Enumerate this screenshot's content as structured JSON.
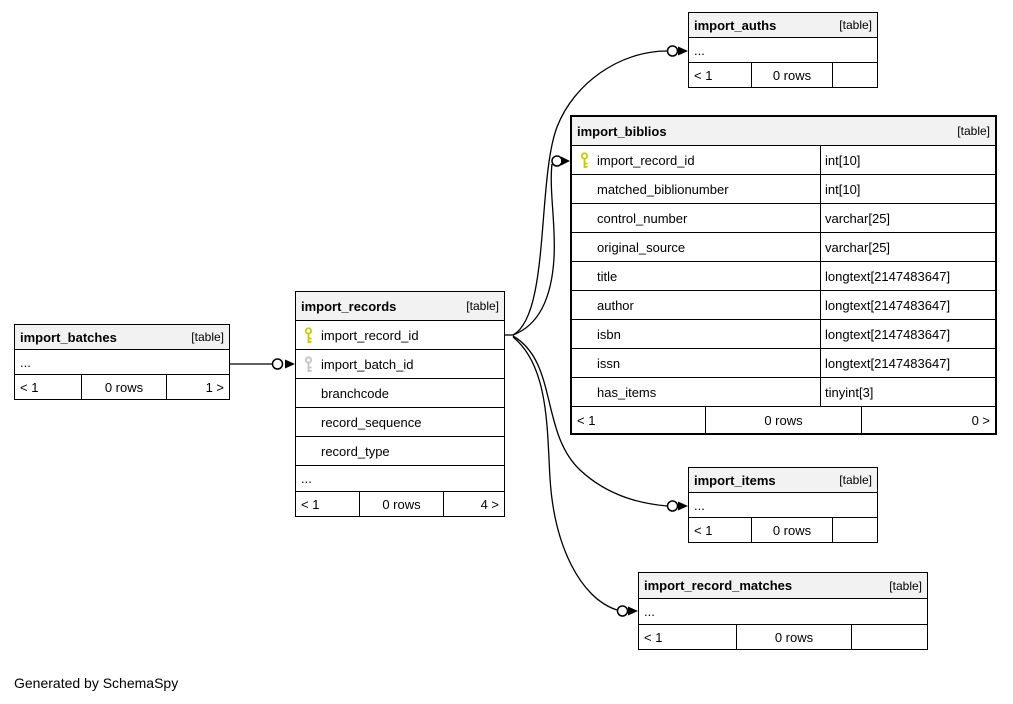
{
  "note": "Generated by SchemaSpy",
  "tables": {
    "import_auths": {
      "title": "import_auths",
      "tag": "[table]",
      "ellipsis": "...",
      "footer": {
        "left": "< 1",
        "center": "0 rows",
        "right": ""
      }
    },
    "import_biblios": {
      "title": "import_biblios",
      "tag": "[table]",
      "columns": [
        {
          "name": "import_record_id",
          "type": "int[10]",
          "key": "primary"
        },
        {
          "name": "matched_biblionumber",
          "type": "int[10]"
        },
        {
          "name": "control_number",
          "type": "varchar[25]"
        },
        {
          "name": "original_source",
          "type": "varchar[25]"
        },
        {
          "name": "title",
          "type": "longtext[2147483647]"
        },
        {
          "name": "author",
          "type": "longtext[2147483647]"
        },
        {
          "name": "isbn",
          "type": "longtext[2147483647]"
        },
        {
          "name": "issn",
          "type": "longtext[2147483647]"
        },
        {
          "name": "has_items",
          "type": "tinyint[3]"
        }
      ],
      "footer": {
        "left": "< 1",
        "center": "0 rows",
        "right": "0 >"
      }
    },
    "import_records": {
      "title": "import_records",
      "tag": "[table]",
      "columns": [
        {
          "name": "import_record_id",
          "key": "primary"
        },
        {
          "name": "import_batch_id",
          "key": "foreign"
        },
        {
          "name": "branchcode"
        },
        {
          "name": "record_sequence"
        },
        {
          "name": "record_type"
        }
      ],
      "ellipsis": "...",
      "footer": {
        "left": "< 1",
        "center": "0 rows",
        "right": "4 >"
      }
    },
    "import_batches": {
      "title": "import_batches",
      "tag": "[table]",
      "ellipsis": "...",
      "footer": {
        "left": "< 1",
        "center": "0 rows",
        "right": "1 >"
      }
    },
    "import_items": {
      "title": "import_items",
      "tag": "[table]",
      "ellipsis": "...",
      "footer": {
        "left": "< 1",
        "center": "0 rows",
        "right": ""
      }
    },
    "import_record_matches": {
      "title": "import_record_matches",
      "tag": "[table]",
      "ellipsis": "...",
      "footer": {
        "left": "< 1",
        "center": "0 rows",
        "right": ""
      }
    }
  },
  "relationships": [
    {
      "from": "import_batches",
      "to": "import_records.import_batch_id"
    },
    {
      "from": "import_records.import_record_id",
      "to": "import_auths"
    },
    {
      "from": "import_records.import_record_id",
      "to": "import_biblios.import_record_id"
    },
    {
      "from": "import_records.import_record_id",
      "to": "import_items"
    },
    {
      "from": "import_records.import_record_id",
      "to": "import_record_matches"
    }
  ],
  "colors": {
    "primary_key_icon": "#c9c900",
    "foreign_key_icon": "#c4c4c4",
    "header_bg": "#f2f2f2",
    "border": "#000000"
  }
}
